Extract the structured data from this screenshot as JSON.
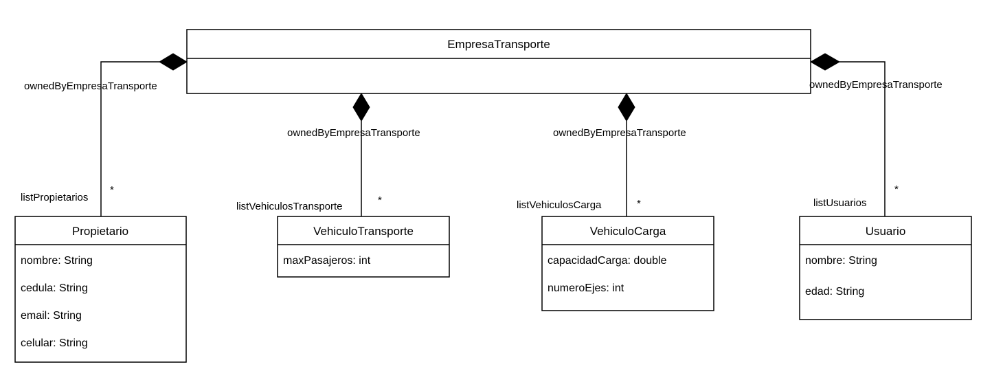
{
  "classes": {
    "empresa": {
      "name": "EmpresaTransporte",
      "attributes": []
    },
    "propietario": {
      "name": "Propietario",
      "attributes": [
        "nombre: String",
        "cedula: String",
        "email: String",
        "celular: String"
      ]
    },
    "vehiculo_transporte": {
      "name": "VehiculoTransporte",
      "attributes": [
        "maxPasajeros: int"
      ]
    },
    "vehiculo_carga": {
      "name": "VehiculoCarga",
      "attributes": [
        "capacidadCarga: double",
        "numeroEjes: int"
      ]
    },
    "usuario": {
      "name": "Usuario",
      "attributes": [
        "nombre: String",
        "edad: String"
      ]
    }
  },
  "associations": [
    {
      "kind": "composition",
      "owner_role": "ownedByEmpresaTransporte",
      "part_role": "listPropietarios",
      "multiplicity": "*"
    },
    {
      "kind": "composition",
      "owner_role": "ownedByEmpresaTransporte",
      "part_role": "listVehiculosTransporte",
      "multiplicity": "*"
    },
    {
      "kind": "composition",
      "owner_role": "ownedByEmpresaTransporte",
      "part_role": "listVehiculosCarga",
      "multiplicity": "*"
    },
    {
      "kind": "composition",
      "owner_role": "ownedByEmpresaTransporte",
      "part_role": "listUsuarios",
      "multiplicity": "*"
    }
  ]
}
